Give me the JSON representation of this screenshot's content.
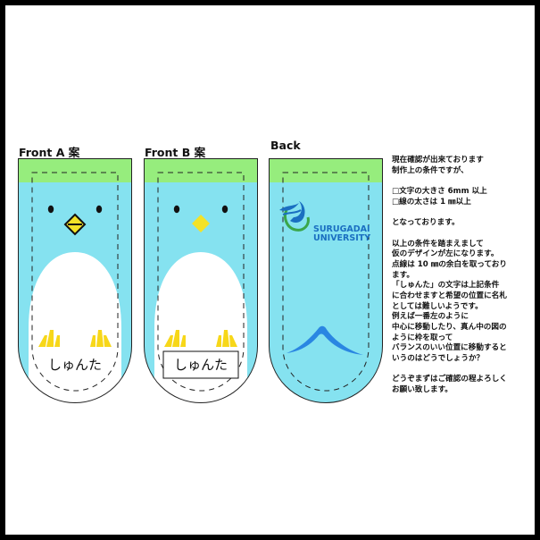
{
  "labels": {
    "front_a": "Front A 案",
    "front_b": "Front B 案",
    "back": "Back"
  },
  "name_text": "しゅんた",
  "logo": {
    "line1": "SURUGADAI",
    "line2": "UNIVERSITY"
  },
  "notes": [
    "現在確認が出来ております",
    "制作上の条件ですが、",
    "",
    "□文字の大きさ 6mm 以上",
    "□線の太さは 1 ㎜以上",
    "",
    "となっております。",
    "",
    "以上の条件を踏まえまして",
    "仮のデザインが左になります。",
    "点線は 10 ㎜の余白を取っており",
    "ます。",
    "「しゅんた」の文字は上記条件",
    "に合わせますと希望の位置に名札",
    "としては難しいようです。",
    "例えば一番左のように",
    "中心に移動したり、真ん中の図の",
    "ように枠を取って",
    "バランスのいい位置に移動すると",
    "いうのはどうでしょうか？",
    "",
    "どうぞまずはご確認の程よろしく",
    "お願い致します。"
  ],
  "colors": {
    "body_blue": "#85e2f0",
    "top_green": "#96ed7d",
    "belly_white": "#ffffff",
    "beak_yellow": "#f3e227",
    "feet_yellow": "#f7d719",
    "wing_blue": "#2a86e2",
    "logo_blue": "#1a6fc1",
    "logo_green": "#3aa64a"
  }
}
